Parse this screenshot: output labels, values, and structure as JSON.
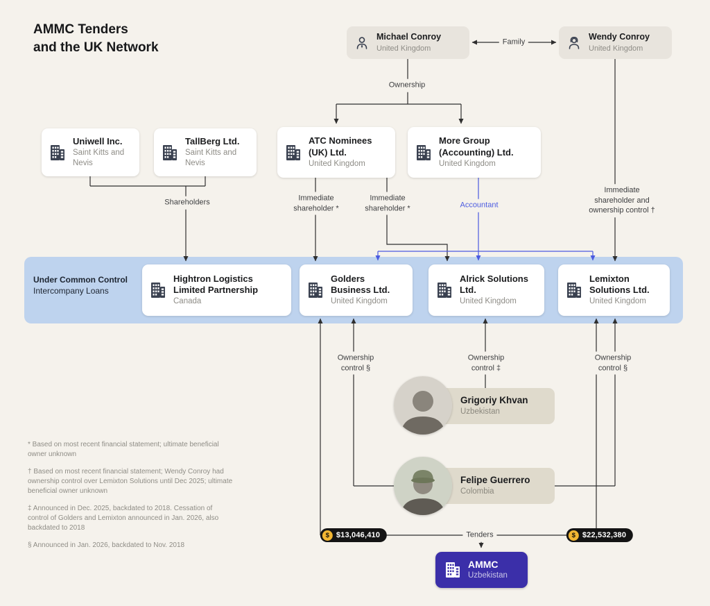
{
  "colors": {
    "background": "#f5f2ec",
    "band": "#bed3ee",
    "accent_blue": "#4a5ae0",
    "line": "#2f2f2f",
    "node_gray": "#e8e4dd",
    "owner_gray": "#dfdacc",
    "ammc_bg": "#3b2fa9",
    "badge_bg": "#141414",
    "coin_yellow": "#f2b632"
  },
  "title": {
    "line1": "AMMC Tenders",
    "line2": "and the UK Network"
  },
  "persons_top": {
    "michael": {
      "name": "Michael Conroy",
      "country": "United Kingdom"
    },
    "wendy": {
      "name": "Wendy Conroy",
      "country": "United Kingdom"
    }
  },
  "companies": {
    "uniwell": {
      "name": "Uniwell Inc.",
      "country": "Saint Kitts and Nevis"
    },
    "tallberg": {
      "name": "TallBerg Ltd.",
      "country": "Saint Kitts and Nevis"
    },
    "atc": {
      "name": "ATC Nominees (UK) Ltd.",
      "country": "United Kingdom"
    },
    "more_group": {
      "name": "More Group (Accounting) Ltd.",
      "country": "United Kingdom"
    }
  },
  "band": {
    "label_line1": "Under Common Control",
    "label_line2": "Intercompany Loans",
    "hightron": {
      "name": "Hightron Logistics Limited Partnership",
      "country": "Canada"
    },
    "golders": {
      "name": "Golders Business Ltd.",
      "country": "United Kingdom"
    },
    "alrick": {
      "name": "Alrick Solutions Ltd.",
      "country": "United Kingdom"
    },
    "lemixton": {
      "name": "Lemixton Solutions Ltd.",
      "country": "United Kingdom"
    }
  },
  "owners": {
    "grigoriy": {
      "name": "Grigoriy Khvan",
      "country": "Uzbekistan"
    },
    "felipe": {
      "name": "Felipe Guerrero",
      "country": "Colombia"
    }
  },
  "edge_labels": {
    "family": "Family",
    "ownership": "Ownership",
    "shareholders": "Shareholders",
    "immediate_shareholder_1": "Immediate shareholder *",
    "immediate_shareholder_2": "Immediate shareholder *",
    "accountant": "Accountant",
    "wendy_relationship": "Immediate shareholder and ownership control †",
    "ownership_control_golders": "Ownership control §",
    "ownership_control_alrick": "Ownership control ‡",
    "ownership_control_lemixton": "Ownership control §",
    "tenders": "Tenders"
  },
  "tenders": {
    "coin_symbol": "$",
    "amount_left": "$13,046,410",
    "amount_right": "$22,532,380"
  },
  "ammc": {
    "name": "AMMC",
    "country": "Uzbekistan"
  },
  "footnotes": [
    "* Based on most recent financial statement; ultimate beneficial owner unknown",
    "† Based on most recent financial statement; Wendy Conroy had ownership control over Lemixton Solutions until Dec 2025; ultimate beneficial owner unknown",
    "‡ Announced in Dec. 2025, backdated to 2018. Cessation of control of Golders and Lemixton announced in Jan. 2026, also backdated to 2018",
    "§ Announced in Jan. 2026, backdated to Nov. 2018"
  ],
  "icons": {
    "building": "building-icon",
    "person_male": "male-person-icon",
    "person_female": "female-person-icon",
    "coin": "dollar-coin-icon"
  }
}
